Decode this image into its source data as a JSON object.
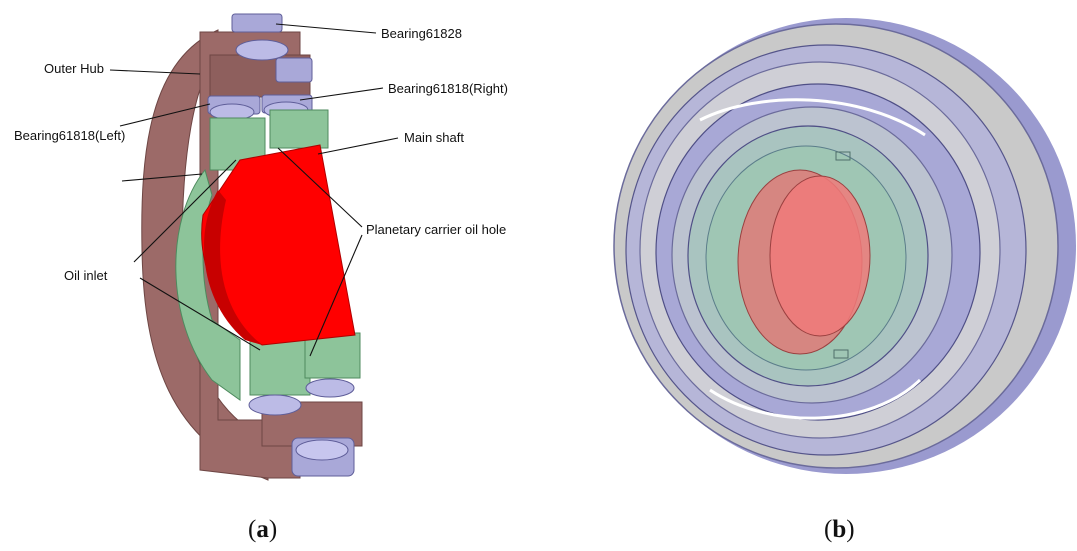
{
  "panel_a": {
    "labels": {
      "bearing_top": "Bearing61828",
      "outer_hub": "Outer Hub",
      "bearing_right": "Bearing61818(Right)",
      "bearing_left": "Bearing61818(Left)",
      "main_shaft": "Main shaft",
      "planetary_oil_hole": "Planetary carrier oil hole",
      "oil_inlet": "Oil inlet"
    },
    "caption_letter": "a"
  },
  "panel_b": {
    "caption_letter": "b"
  },
  "colors": {
    "outer_hub": "#9c6a68",
    "outer_hub_dark": "#7b4f4d",
    "bearing": "#a9a8d8",
    "bearing_dark": "#7c7bb6",
    "carrier": "#8dc49a",
    "carrier_dark": "#5d9a6c",
    "main_shaft": "#ff0000",
    "main_shaft_dark": "#c80000",
    "transparent_gray": "#bdbdbd",
    "transparent_red": "#e87070"
  }
}
